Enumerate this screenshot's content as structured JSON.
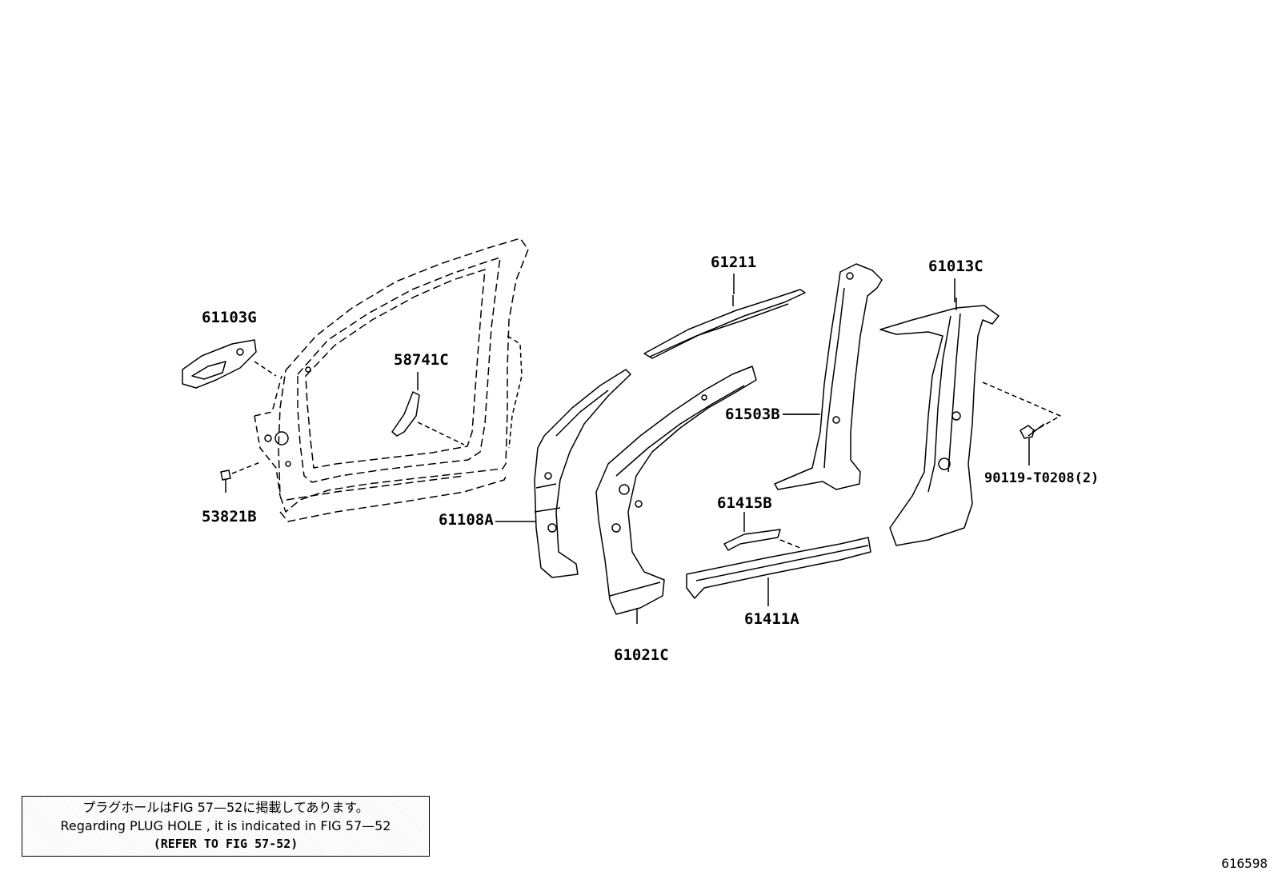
{
  "parts": {
    "p61103G": "61103G",
    "p58741C": "58741C",
    "p53821B": "53821B",
    "p61211": "61211",
    "p61108A": "61108A",
    "p61021C": "61021C",
    "p61503B": "61503B",
    "p61415B": "61415B",
    "p61411A": "61411A",
    "p61013C": "61013C",
    "p90119": "90119-T0208(2)"
  },
  "note": {
    "line1": "プラグホールはFIG 57—52に掲載してあります。",
    "line2": "Regarding PLUG HOLE , it is indicated in FIG 57—52",
    "line3": "(REFER TO FIG 57-52)"
  },
  "figure_id": "616598"
}
